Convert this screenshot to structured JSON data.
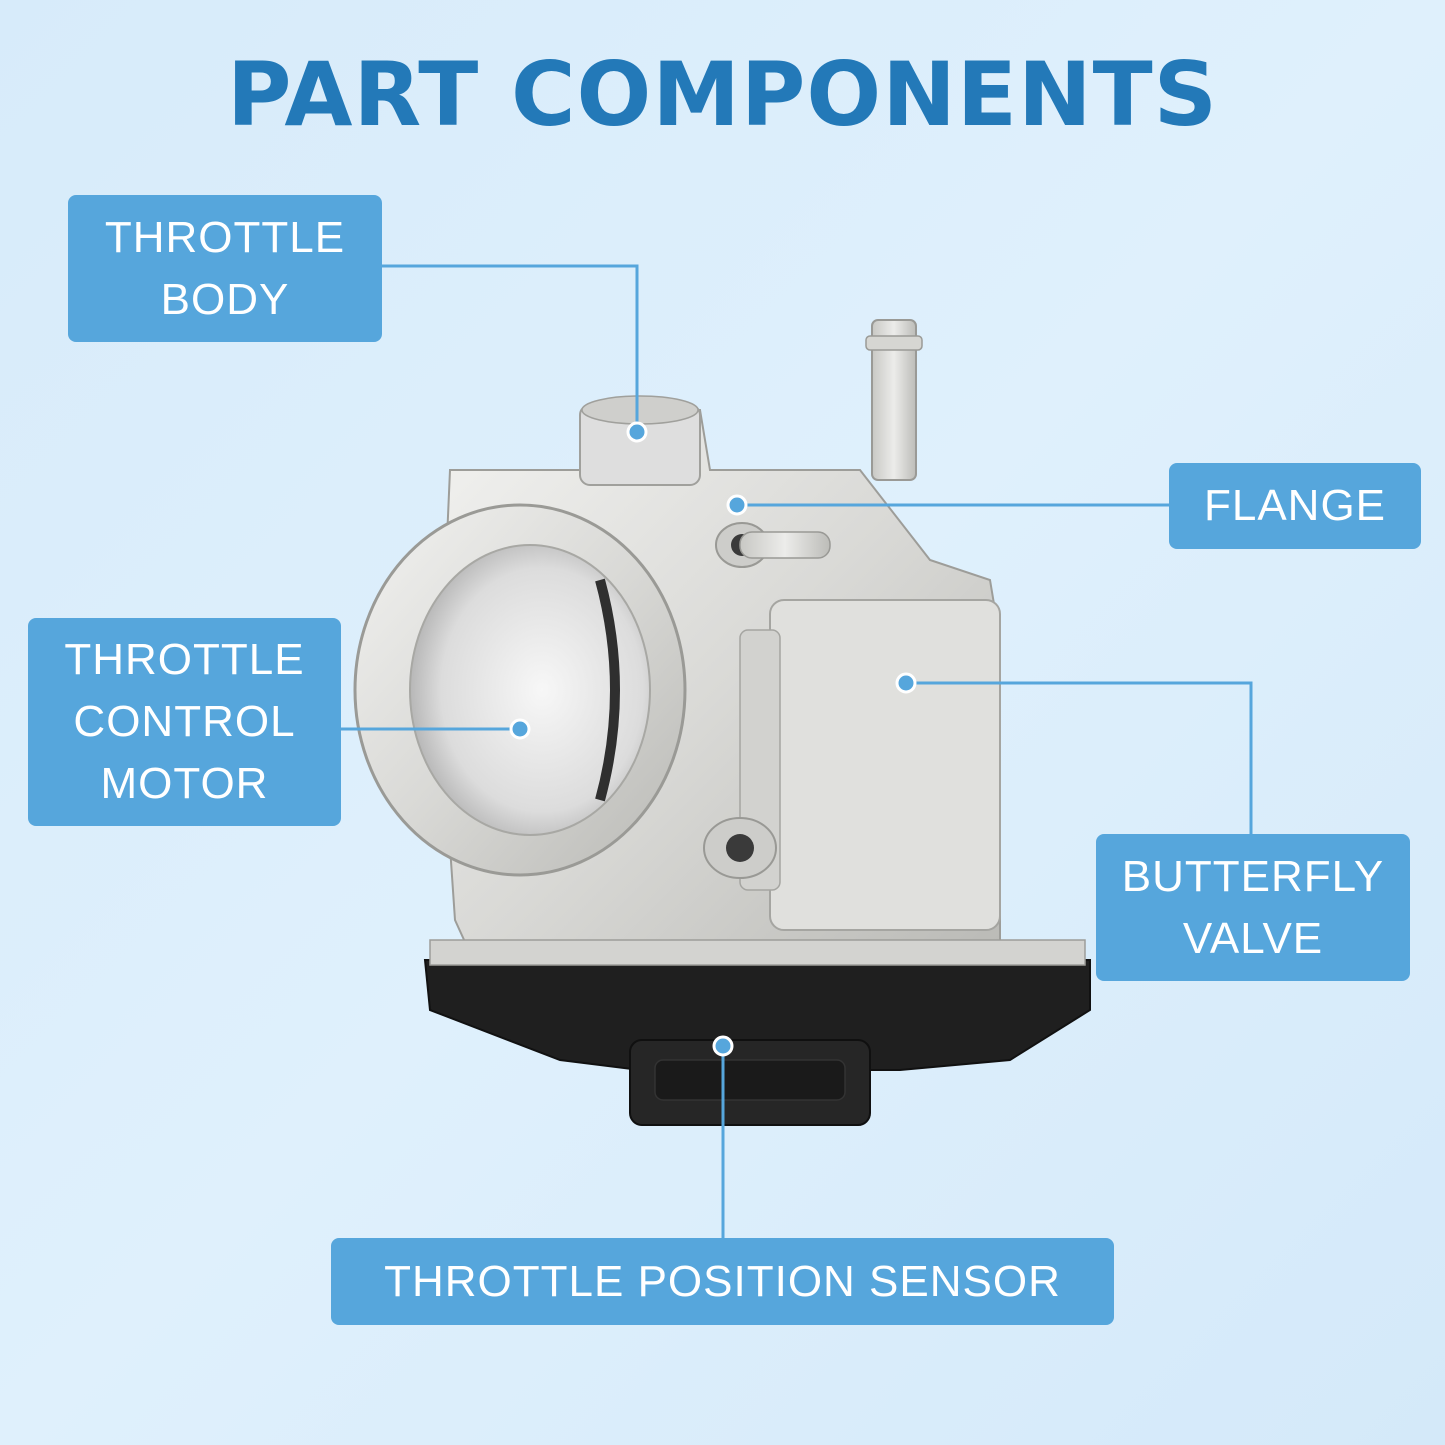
{
  "title": "PART COMPONENTS",
  "labels": {
    "throttle_body": "THROTTLE\nBODY",
    "throttle_control_motor": "THROTTLE\nCONTROL\nMOTOR",
    "flange": "FLANGE",
    "butterfly_valve": "BUTTERFLY\nVALVE",
    "throttle_position_sensor": "THROTTLE POSITION SENSOR"
  },
  "colors": {
    "title": "#2379b8",
    "label_background": "#56a6dc",
    "label_text": "#ffffff",
    "leader_line": "#56a6dc",
    "background": "#dbeefb"
  }
}
